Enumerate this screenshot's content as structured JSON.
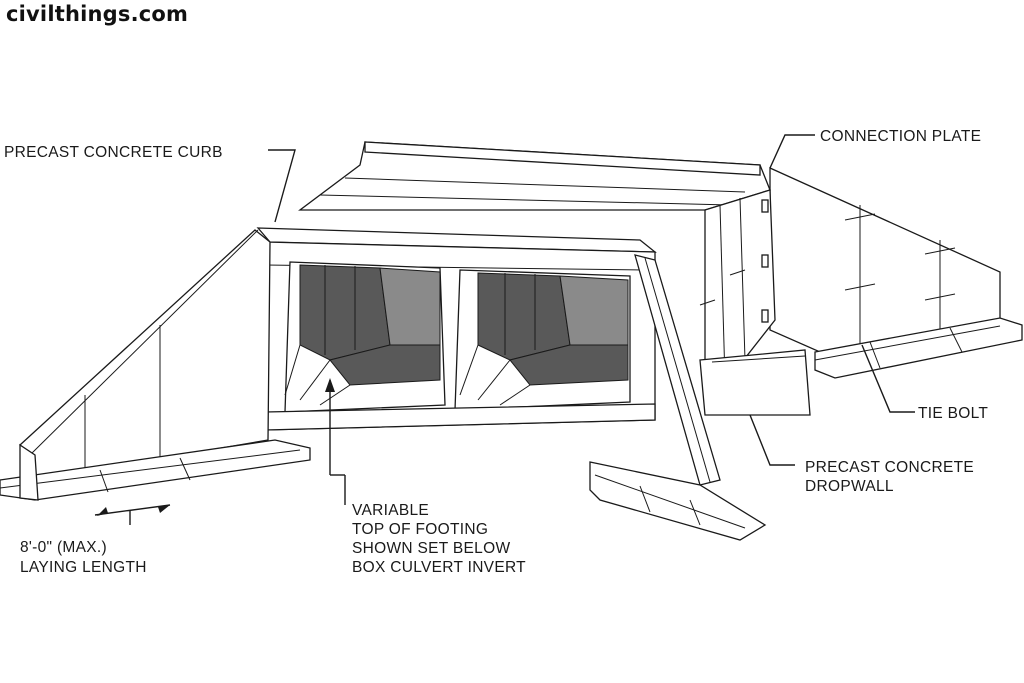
{
  "site": {
    "watermark": "civilthings.com"
  },
  "labels": {
    "curb": "PRECAST CONCRETE CURB",
    "connection_plate": "CONNECTION PLATE",
    "tie_bolt": "TIE BOLT",
    "dropwall_line1": "PRECAST CONCRETE",
    "dropwall_line2": "DROPWALL",
    "footing_line1": "VARIABLE",
    "footing_line2": "TOP OF FOOTING",
    "footing_line3": "SHOWN SET BELOW",
    "footing_line4": "BOX CULVERT INVERT",
    "laying_line1": "8'-0\" (MAX.)",
    "laying_line2": "LAYING LENGTH"
  }
}
